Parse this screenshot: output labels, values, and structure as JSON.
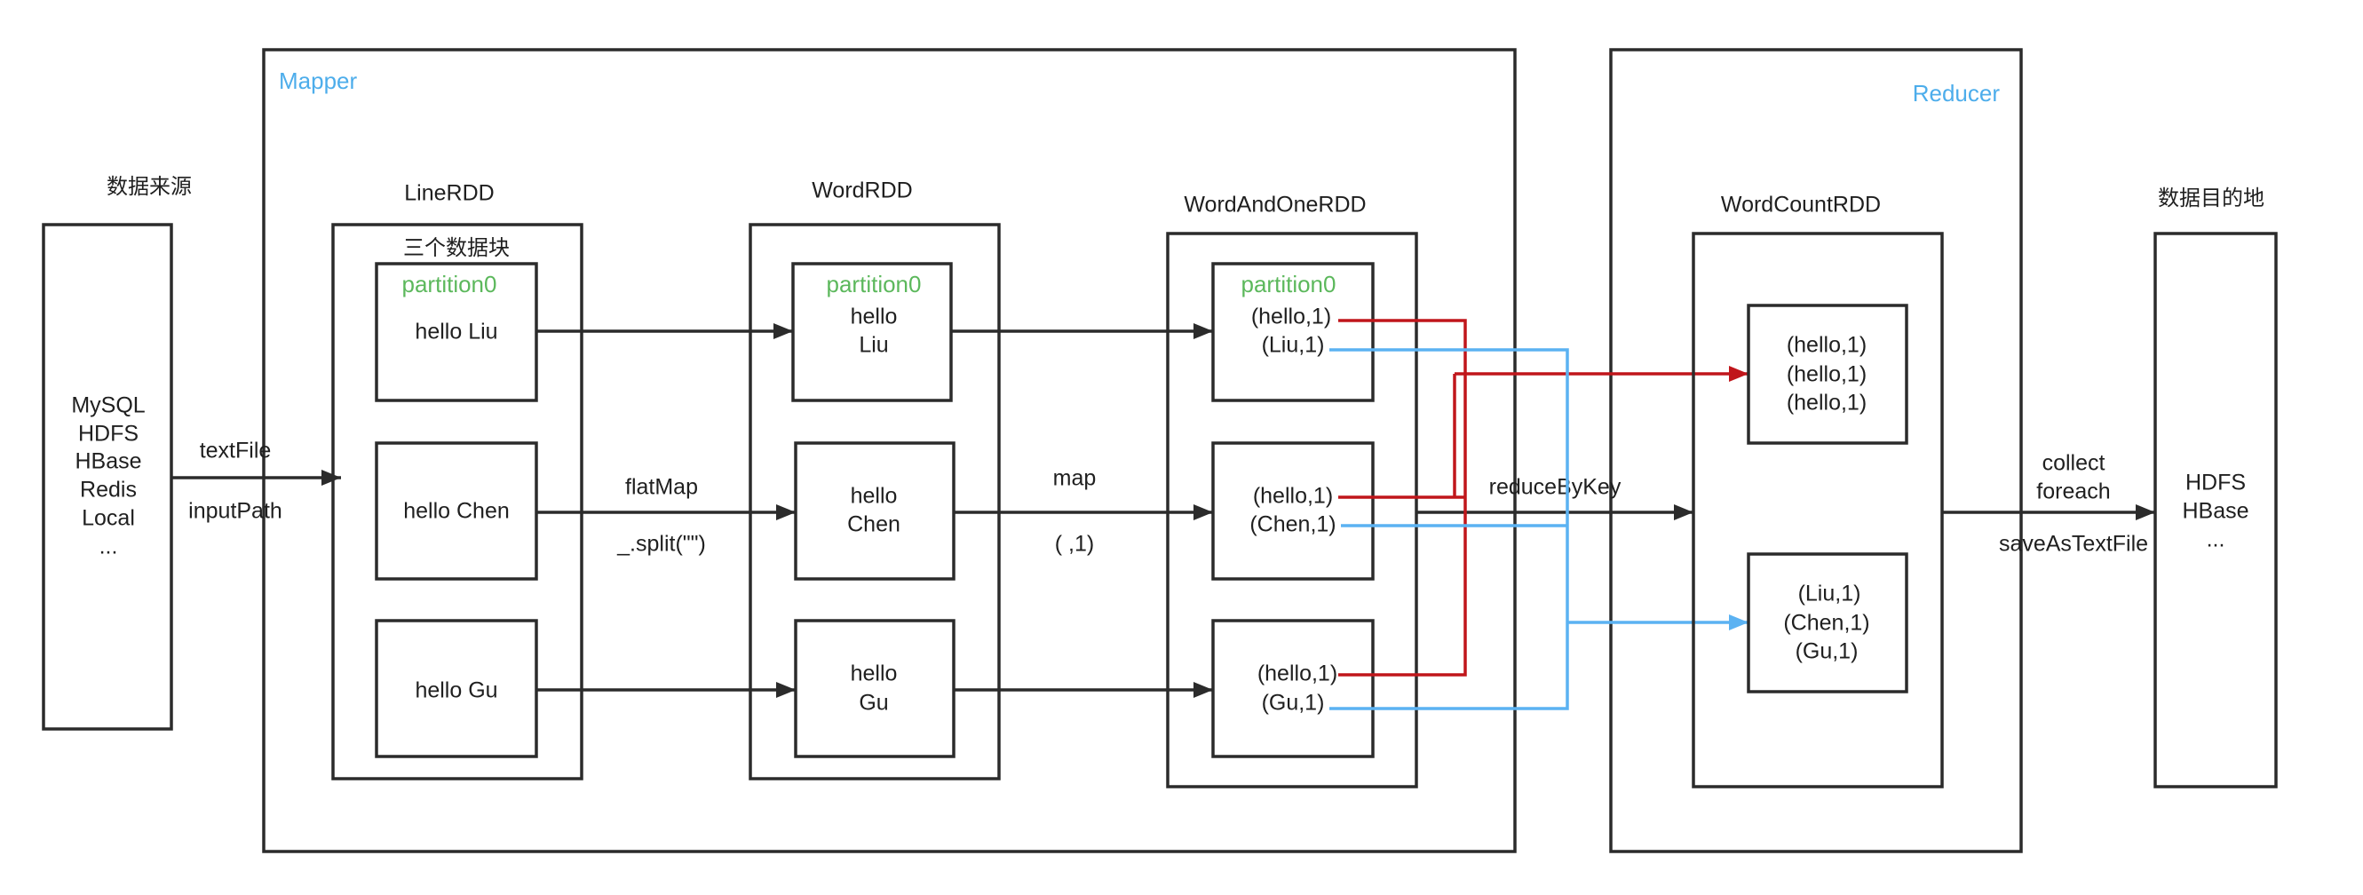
{
  "containers": {
    "mapper_label": "Mapper",
    "reducer_label": "Reducer"
  },
  "source": {
    "title": "数据来源",
    "items": [
      "MySQL",
      "HDFS",
      "HBase",
      "Redis",
      "Local",
      "..."
    ]
  },
  "read_step": {
    "method": "textFile",
    "arg": "inputPath"
  },
  "line_rdd": {
    "title": "LineRDD",
    "note": "三个数据块",
    "partition_label": "partition0",
    "partitions": [
      "hello Liu",
      "hello Chen",
      "hello Gu"
    ]
  },
  "flatmap_step": {
    "method": "flatMap",
    "arg": "_.split(\"\")"
  },
  "word_rdd": {
    "title": "WordRDD",
    "partition_label": "partition0",
    "partitions": [
      [
        "hello",
        "Liu"
      ],
      [
        "hello",
        "Chen"
      ],
      [
        "hello",
        "Gu"
      ]
    ]
  },
  "map_step": {
    "method": "map",
    "arg": "( ,1)"
  },
  "word_and_one_rdd": {
    "title": "WordAndOneRDD",
    "partition_label": "partition0",
    "partitions": [
      [
        "(hello,1)",
        "(Liu,1)"
      ],
      [
        "(hello,1)",
        "(Chen,1)"
      ],
      [
        "(hello,1)",
        "(Gu,1)"
      ]
    ]
  },
  "reduce_step": {
    "method": "reduceByKey"
  },
  "word_count_rdd": {
    "title": "WordCountRDD",
    "groups": [
      [
        "(hello,1)",
        "(hello,1)",
        "(hello,1)"
      ],
      [
        "(Liu,1)",
        "(Chen,1)",
        "(Gu,1)"
      ]
    ]
  },
  "write_step": {
    "methods": [
      "collect",
      "foreach",
      "saveAsTextFile"
    ]
  },
  "sink": {
    "title": "数据目的地",
    "items": [
      "HDFS",
      "HBase",
      "..."
    ]
  },
  "colors": {
    "container_label": "#4DADEB",
    "partition_label": "#5CB85C",
    "hello_edge": "#C0161B",
    "other_edge": "#5BB2F2",
    "stroke": "#2B2B2B"
  }
}
